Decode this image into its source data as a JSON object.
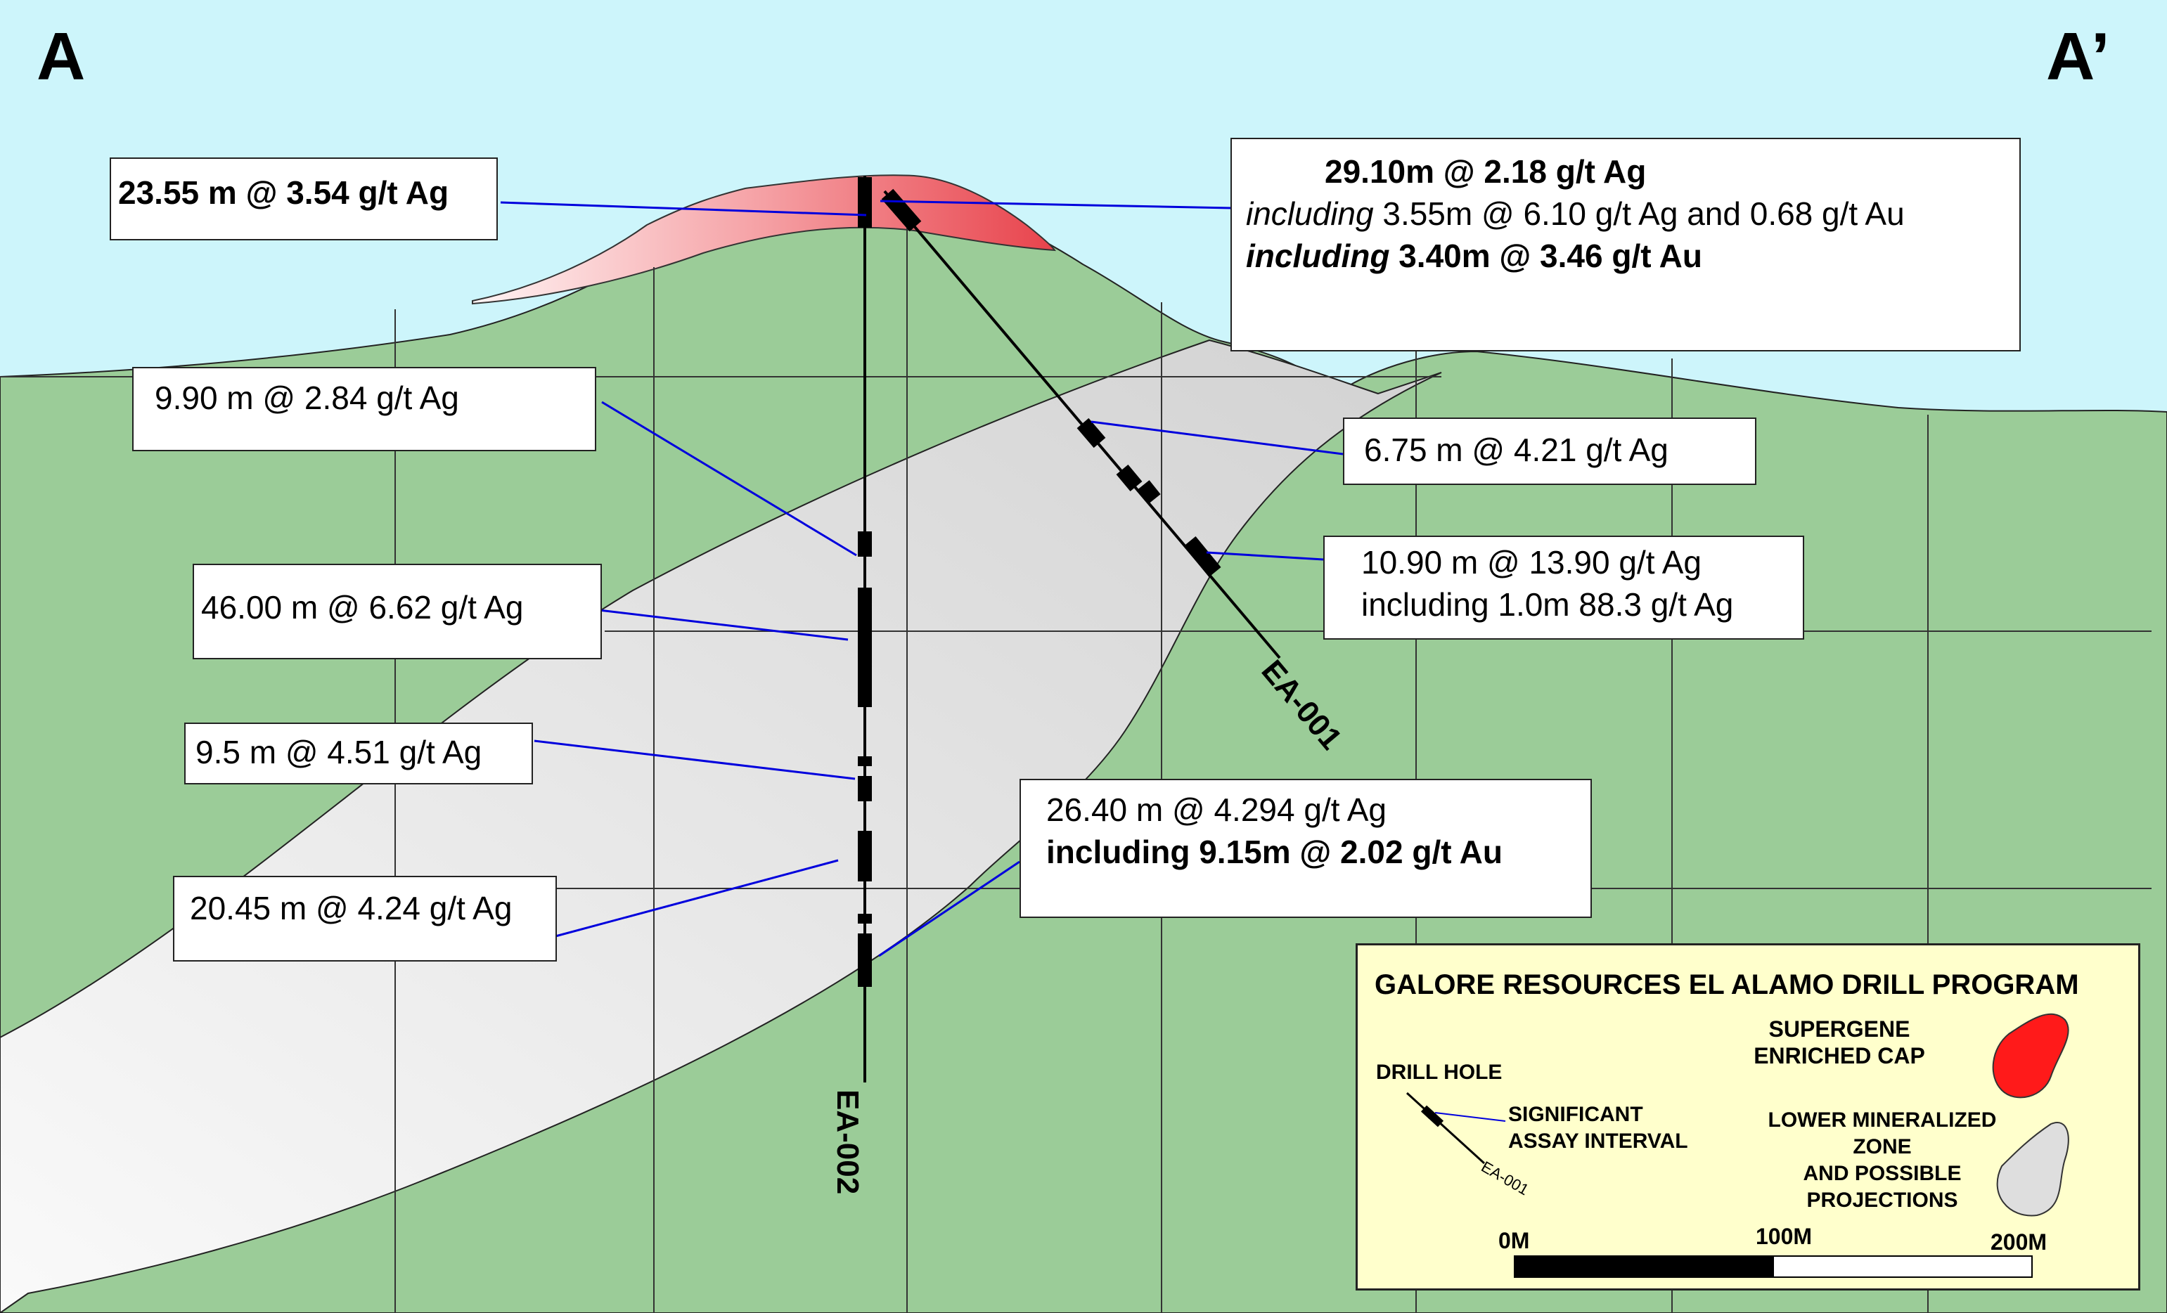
{
  "section": {
    "left_label": "A",
    "right_label": "A’"
  },
  "holes": [
    {
      "id": "EA-002"
    },
    {
      "id": "EA-001"
    }
  ],
  "intercepts": {
    "ea002_top": "23.55 m @ 3.54 g/t Ag",
    "ea002_1": "9.90 m @ 2.84 g/t Ag",
    "ea002_2": "46.00 m @ 6.62 g/t Ag",
    "ea002_3": "9.5 m @ 4.51 g/t Ag",
    "ea002_4": "20.45 m @ 4.24 g/t Ag",
    "ea002_5_line1": "26.40 m @ 4.294 g/t Ag",
    "ea002_5_line2": "including 9.15m @ 2.02 g/t  Au",
    "ea001_top_line1": "29.10m @ 2.18 g/t Ag",
    "ea001_top_line2_em": "including",
    "ea001_top_line2_rest": "  3.55m @ 6.10 g/t Ag and 0.68 g/t Au",
    "ea001_top_line3_em": "including",
    "ea001_top_line3_rest": " 3.40m @ 3.46 g/t Au",
    "ea001_1": "6.75 m @ 4.21 g/t Ag",
    "ea001_2_line1": "10.90 m @ 13.90 g/t Ag",
    "ea001_2_line2": "including 1.0m 88.3 g/t Ag"
  },
  "legend": {
    "title": "GALORE RESOURCES EL ALAMO DRILL PROGRAM",
    "supergene_line1": "SUPERGENE",
    "supergene_line2": "ENRICHED CAP",
    "drill_hole": "DRILL HOLE",
    "assay_line1": "SIGNIFICANT",
    "assay_line2": "ASSAY INTERVAL",
    "sample_hole": "EA-001",
    "lower_line1": "LOWER MINERALIZED",
    "lower_line2": "ZONE",
    "lower_line3": "AND POSSIBLE",
    "lower_line4": "PROJECTIONS",
    "scale_0": "0M",
    "scale_100": "100M",
    "scale_200": "200M"
  },
  "colors": {
    "sky": "#cdf5fb",
    "ground": "#9bcc98",
    "supergene_cap": "#ff1a1a",
    "lower_zone": "#dedede",
    "leader": "#0000dd",
    "legend_bg": "#ffffcc"
  }
}
